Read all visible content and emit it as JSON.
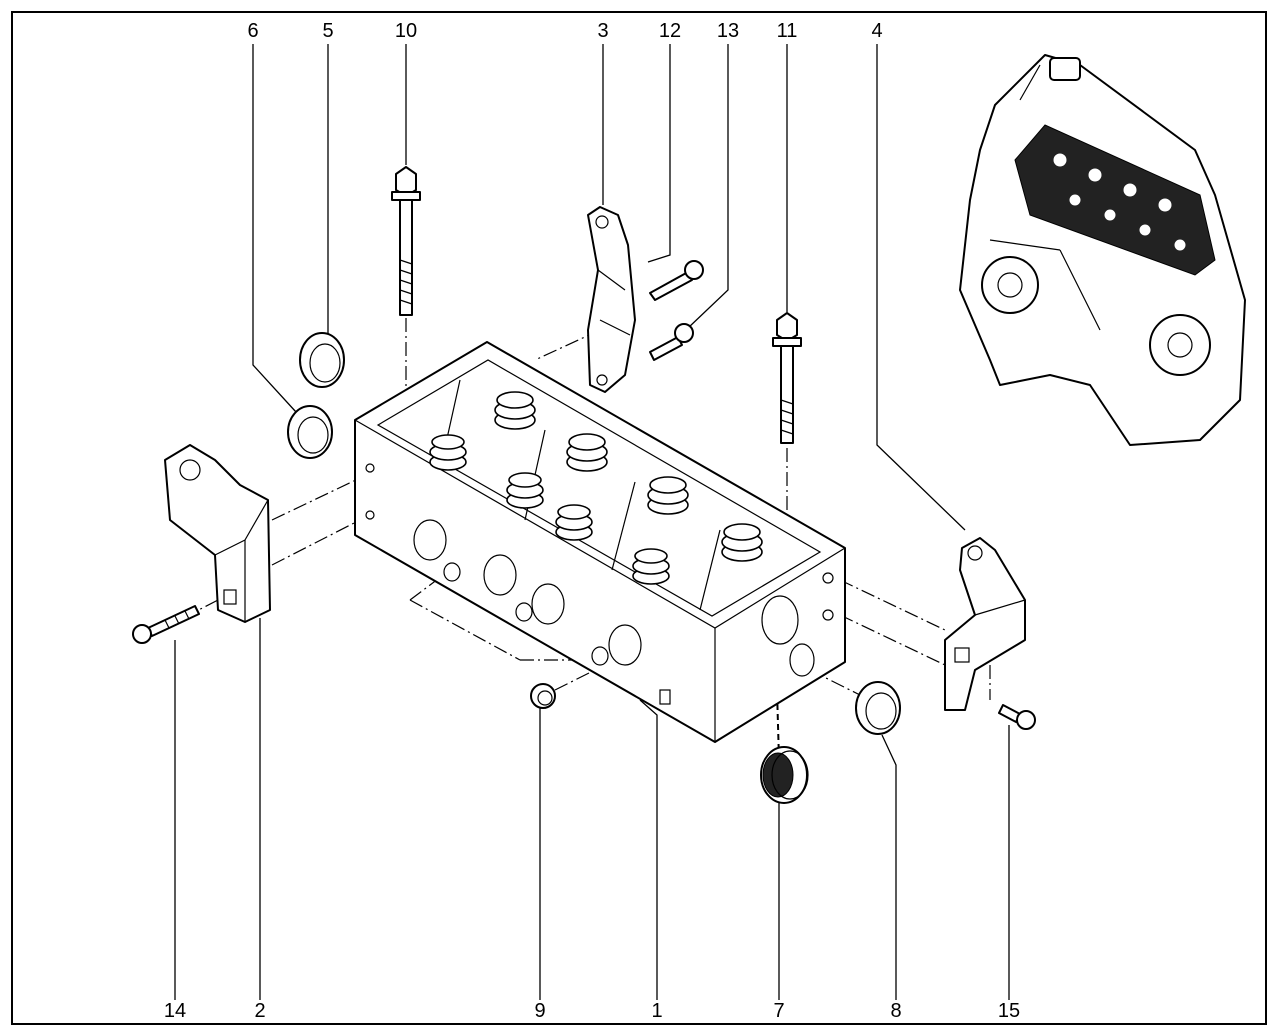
{
  "callouts": {
    "top": [
      "6",
      "5",
      "10",
      "3",
      "12",
      "13",
      "11",
      "4"
    ],
    "bottom": [
      "14",
      "2",
      "9",
      "1",
      "7",
      "8",
      "15"
    ]
  },
  "colors": {
    "line": "#000000",
    "background": "#ffffff"
  }
}
